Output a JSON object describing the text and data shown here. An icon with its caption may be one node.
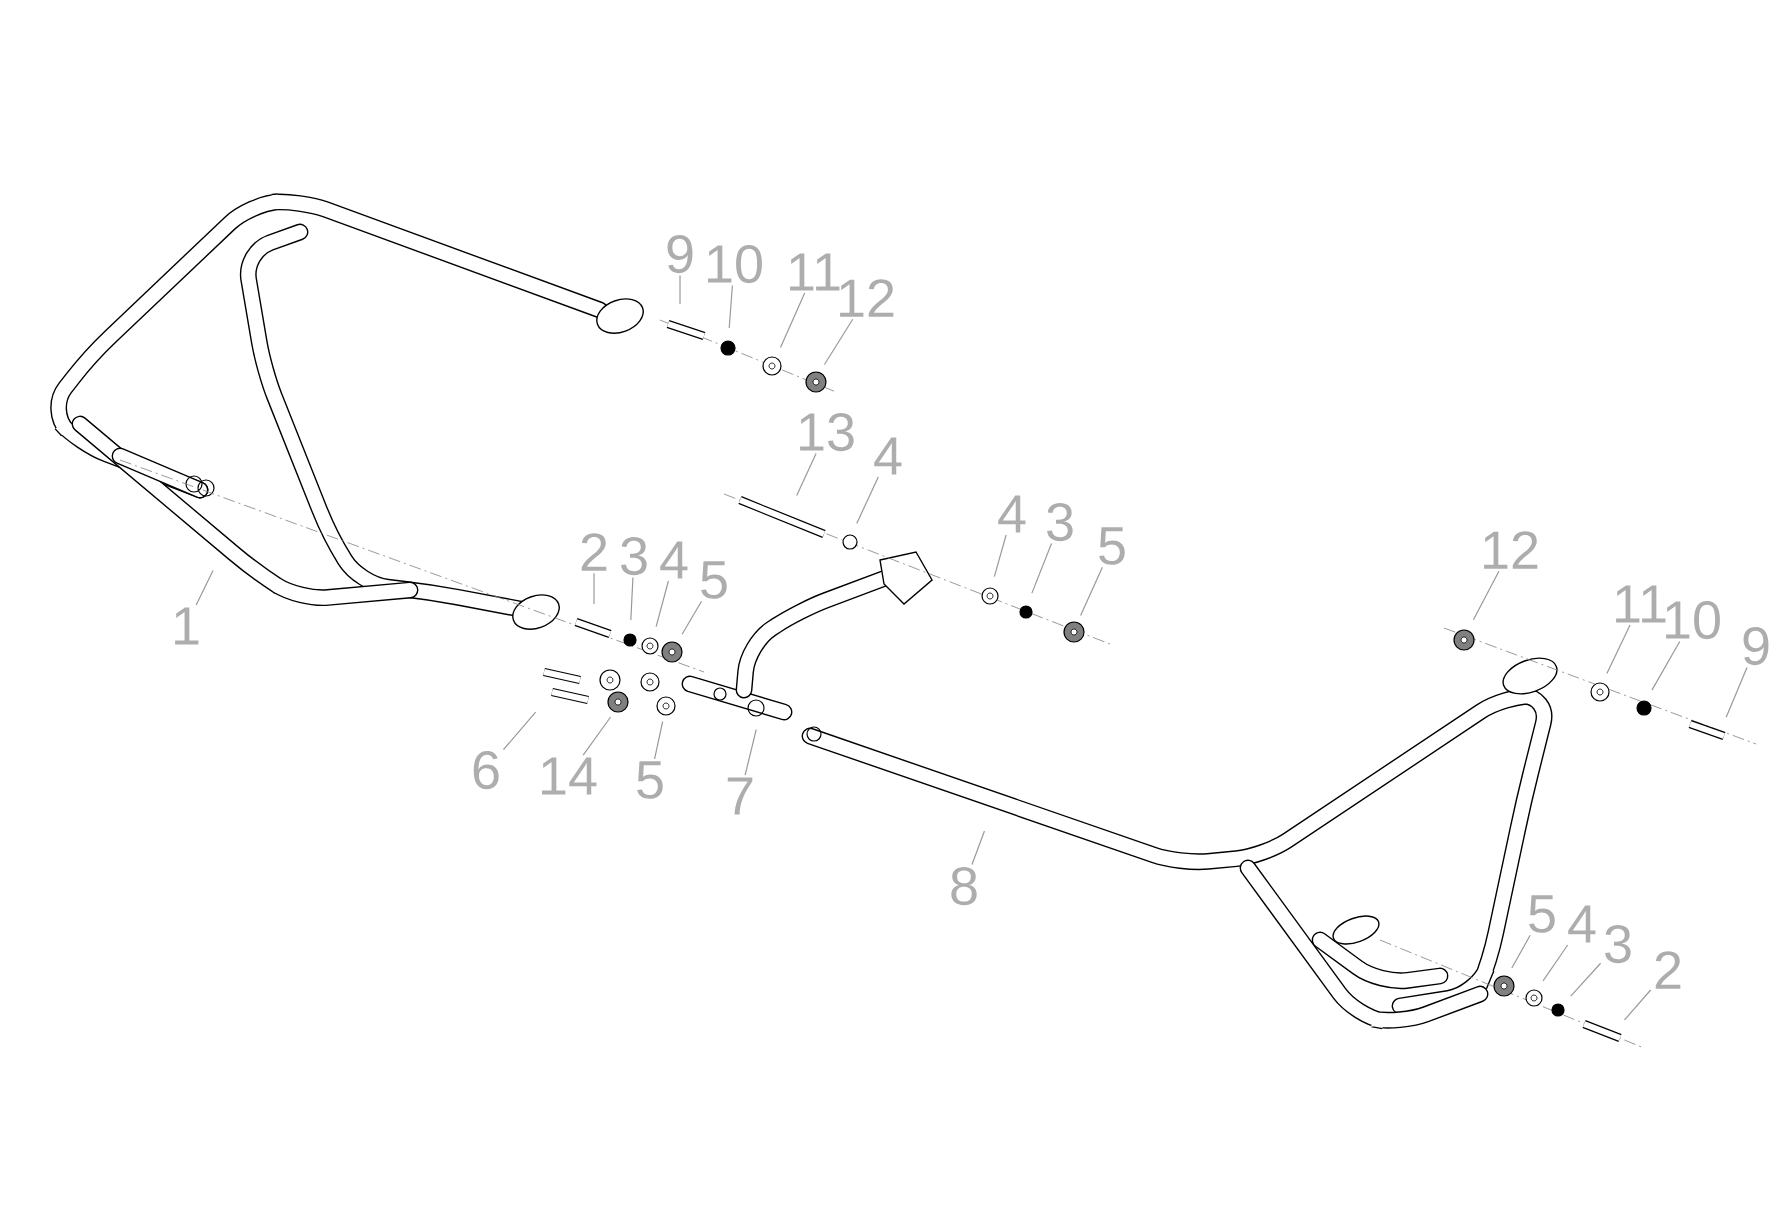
{
  "diagram": {
    "nodes": [
      {
        "text": [
          "9"
        ]
      },
      {
        "text": [
          "10"
        ]
      },
      {
        "text": [
          "11"
        ]
      },
      {
        "text": [
          "12"
        ]
      },
      {
        "text": [
          "13"
        ]
      },
      {
        "text": [
          "4"
        ]
      },
      {
        "text": [
          "4"
        ]
      },
      {
        "text": [
          "3"
        ]
      },
      {
        "text": [
          "5"
        ]
      },
      {
        "text": [
          "2"
        ]
      },
      {
        "text": [
          "3"
        ]
      },
      {
        "text": [
          "4"
        ]
      },
      {
        "text": [
          "5"
        ]
      },
      {
        "text": [
          "12"
        ]
      },
      {
        "text": [
          "11"
        ]
      },
      {
        "text": [
          "10"
        ]
      },
      {
        "text": [
          "1"
        ]
      },
      {
        "text": [
          "9"
        ]
      },
      {
        "text": [
          "6"
        ]
      },
      {
        "text": [
          "14"
        ]
      },
      {
        "text": [
          "5"
        ]
      },
      {
        "text": [
          "7"
        ]
      },
      {
        "text": [
          "8"
        ]
      },
      {
        "text": [
          "5"
        ]
      },
      {
        "text": [
          "4"
        ]
      },
      {
        "text": [
          "3"
        ]
      },
      {
        "text": [
          "2"
        ]
      }
    ],
    "edges": [
      {
        "from": 0,
        "to": null,
        "arrow": "none"
      },
      {
        "from": 1,
        "to": null,
        "arrow": "none"
      },
      {
        "from": 2,
        "to": null,
        "arrow": "none"
      },
      {
        "from": 3,
        "to": null,
        "arrow": "none"
      },
      {
        "from": 4,
        "to": null,
        "arrow": "none"
      },
      {
        "from": 5,
        "to": null,
        "arrow": "none"
      },
      {
        "from": 6,
        "to": null,
        "arrow": "none"
      },
      {
        "from": 7,
        "to": null,
        "arrow": "none"
      },
      {
        "from": 8,
        "to": null,
        "arrow": "none"
      },
      {
        "from": 9,
        "to": null,
        "arrow": "none"
      },
      {
        "from": 10,
        "to": null,
        "arrow": "none"
      },
      {
        "from": 11,
        "to": null,
        "arrow": "none"
      },
      {
        "from": 12,
        "to": null,
        "arrow": "none"
      },
      {
        "from": 13,
        "to": null,
        "arrow": "none"
      },
      {
        "from": 14,
        "to": null,
        "arrow": "none"
      },
      {
        "from": 15,
        "to": null,
        "arrow": "none"
      },
      {
        "from": 16,
        "to": null,
        "arrow": "none"
      },
      {
        "from": 17,
        "to": null,
        "arrow": "none"
      },
      {
        "from": 18,
        "to": null,
        "arrow": "none"
      },
      {
        "from": 19,
        "to": null,
        "arrow": "none"
      },
      {
        "from": 20,
        "to": null,
        "arrow": "none"
      },
      {
        "from": 21,
        "to": null,
        "arrow": "none"
      },
      {
        "from": 22,
        "to": null,
        "arrow": "none"
      },
      {
        "from": 23,
        "to": null,
        "arrow": "none"
      },
      {
        "from": 24,
        "to": null,
        "arrow": "none"
      },
      {
        "from": 25,
        "to": null,
        "arrow": "none"
      },
      {
        "from": 26,
        "to": null,
        "arrow": "none"
      }
    ]
  }
}
